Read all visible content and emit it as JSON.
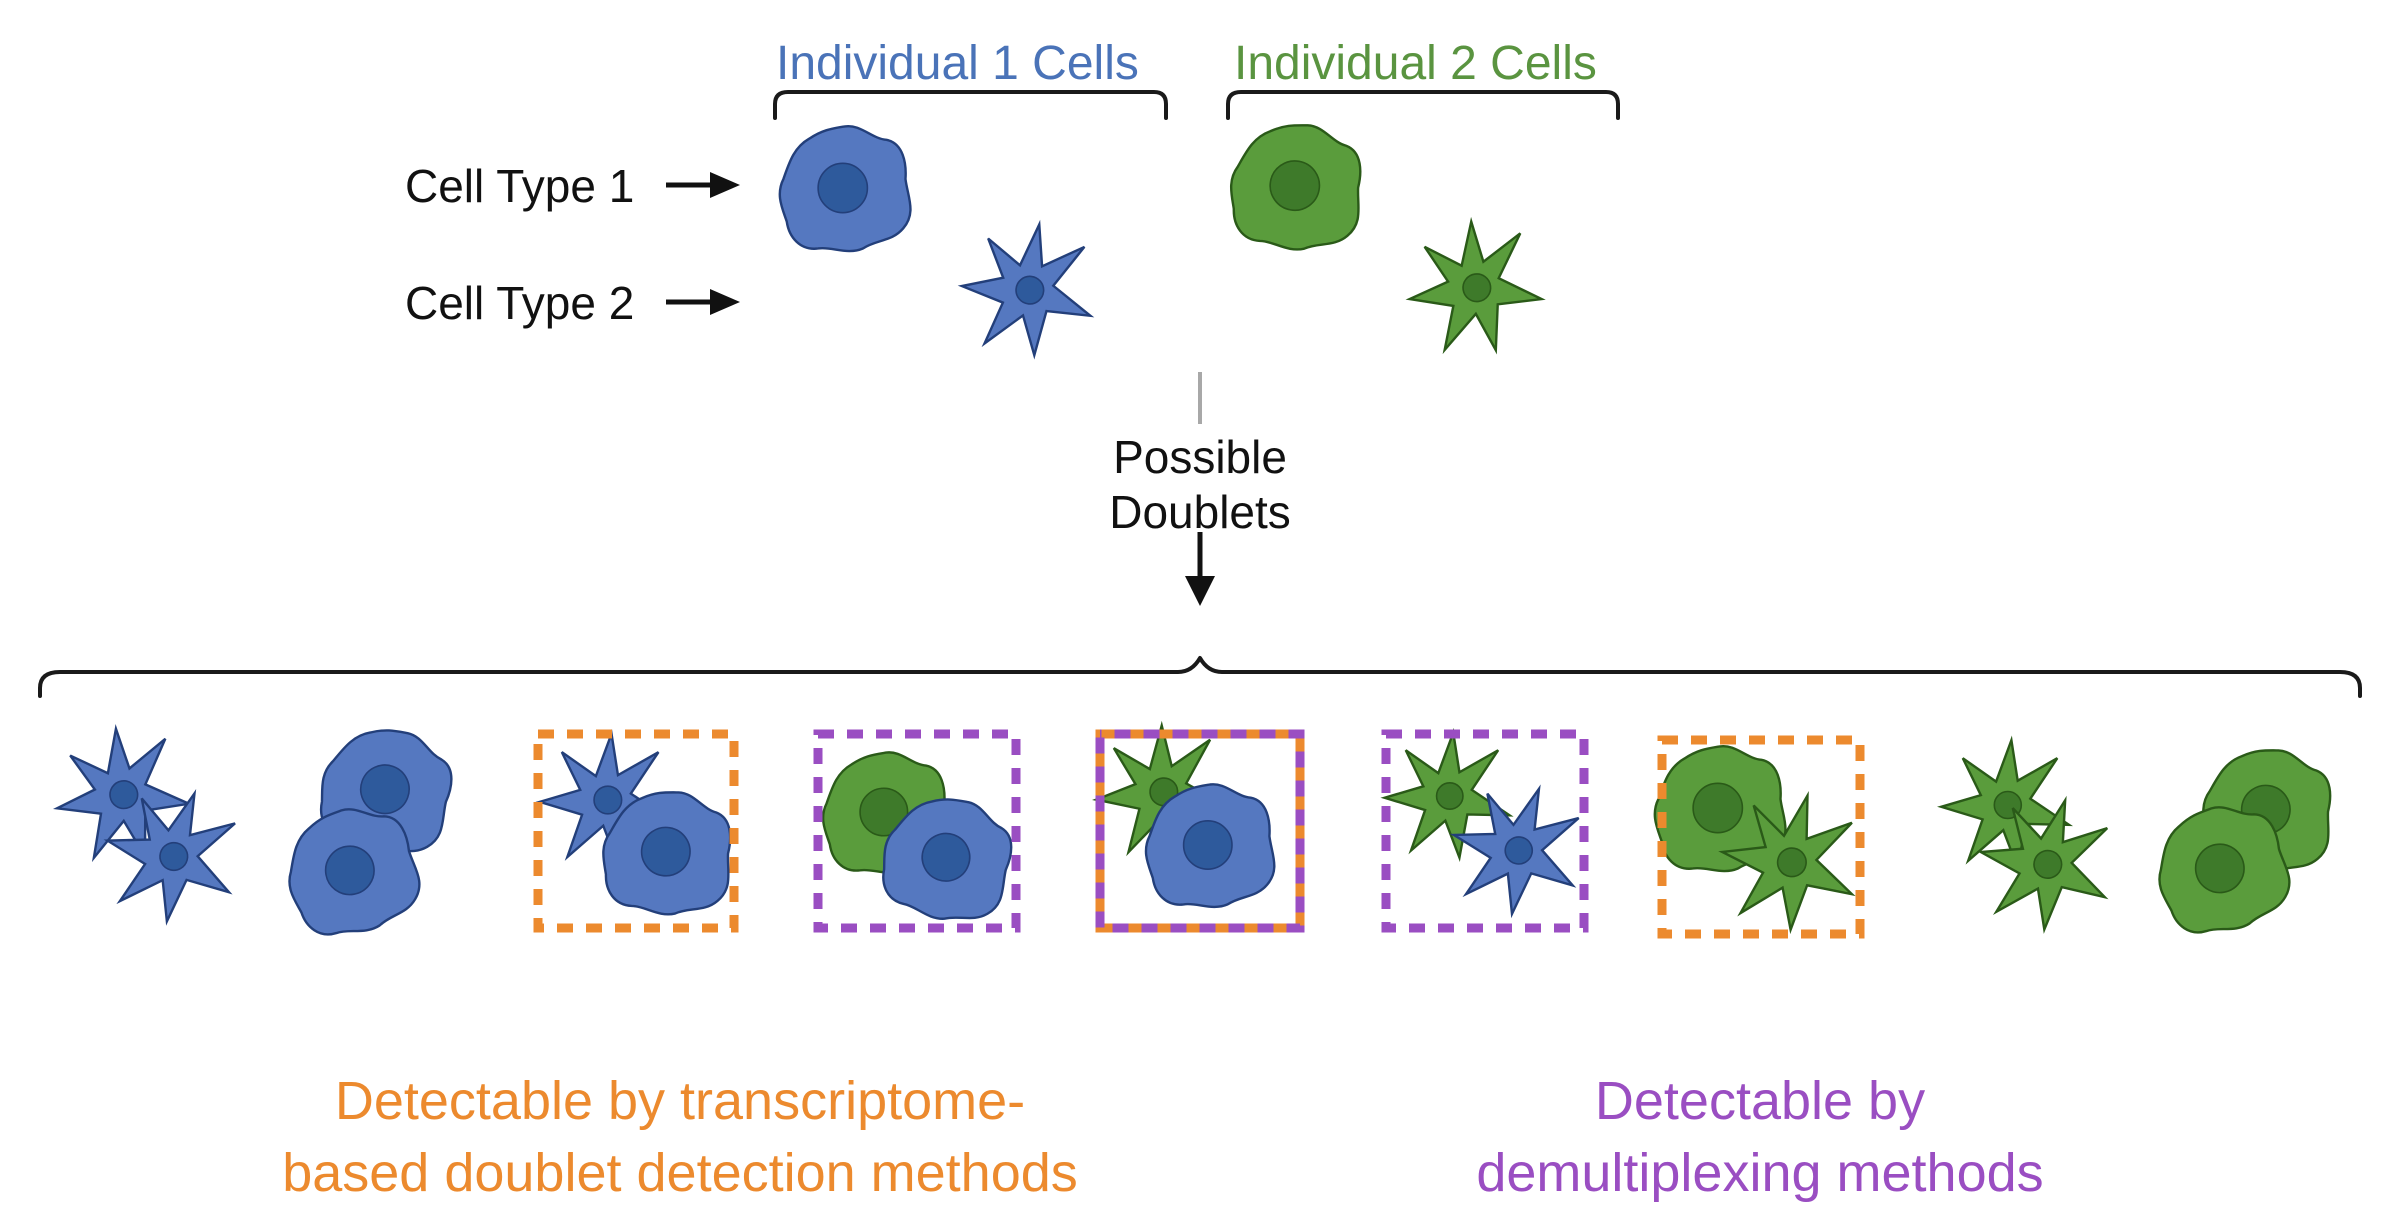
{
  "labels": {
    "individual_1": "Individual 1 Cells",
    "individual_2": "Individual 2 Cells",
    "cell_type_1": "Cell Type 1",
    "cell_type_2": "Cell Type 2",
    "possible_doublets_line1": "Possible",
    "possible_doublets_line2": "Doublets",
    "transcriptome_line1": "Detectable by transcriptome-",
    "transcriptome_line2": "based doublet detection methods",
    "demux_line1": "Detectable by",
    "demux_line2": "demultiplexing methods"
  },
  "colors": {
    "individual_1_fill": "#5578c0",
    "individual_1_stroke": "#233f7a",
    "individual_1_nucleus": "#2e5a9c",
    "individual_2_fill": "#5a9c3c",
    "individual_2_stroke": "#2a5a18",
    "individual_2_nucleus": "#3e7a2a",
    "transcriptome_box": "#ec8a2e",
    "demultiplexing_box": "#9a4ec2",
    "arrow": "#111111"
  },
  "doublets": [
    {
      "pair": "type2-ind1 + type2-ind1",
      "transcriptome": false,
      "demultiplexing": false
    },
    {
      "pair": "type1-ind1 + type1-ind1",
      "transcriptome": false,
      "demultiplexing": false
    },
    {
      "pair": "type2-ind1 + type1-ind1",
      "transcriptome": true,
      "demultiplexing": false
    },
    {
      "pair": "type1-ind2 + type1-ind1",
      "transcriptome": false,
      "demultiplexing": true
    },
    {
      "pair": "type2-ind2 + type1-ind1",
      "transcriptome": true,
      "demultiplexing": true
    },
    {
      "pair": "type2-ind2 + type2-ind1",
      "transcriptome": false,
      "demultiplexing": true
    },
    {
      "pair": "type1-ind2 + type2-ind2",
      "transcriptome": true,
      "demultiplexing": false
    },
    {
      "pair": "type2-ind2 + type2-ind2",
      "transcriptome": false,
      "demultiplexing": false
    },
    {
      "pair": "type1-ind2 + type1-ind2",
      "transcriptome": false,
      "demultiplexing": false
    }
  ]
}
